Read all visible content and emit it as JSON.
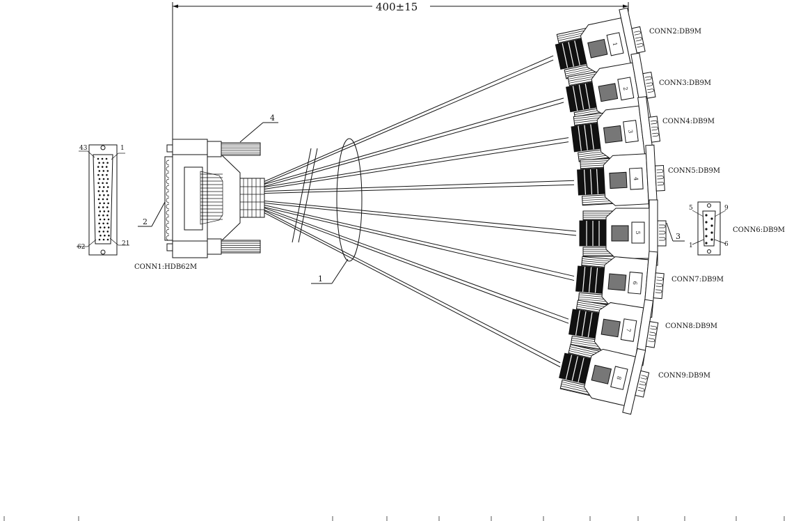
{
  "dimension": {
    "label": "400±15"
  },
  "part_callouts": [
    {
      "id": "p1",
      "text": "1"
    },
    {
      "id": "p2",
      "text": "2"
    },
    {
      "id": "p3",
      "text": "3"
    },
    {
      "id": "p4",
      "text": "4"
    }
  ],
  "main_connector": {
    "label": "CONN1:HDB62M",
    "pin_labels": {
      "top_left": "43",
      "top_right": "1",
      "bottom_left": "62",
      "bottom_right": "21"
    }
  },
  "db9_connectors": [
    {
      "number": "1",
      "label": "CONN2:DB9M"
    },
    {
      "number": "2",
      "label": "CONN3:DB9M"
    },
    {
      "number": "3",
      "label": "CONN4:DB9M"
    },
    {
      "number": "4",
      "label": "CONN5:DB9M"
    },
    {
      "number": "5",
      "label": "CONN6:DB9M"
    },
    {
      "number": "6",
      "label": "CONN7:DB9M"
    },
    {
      "number": "7",
      "label": "CONN8:DB9M"
    },
    {
      "number": "8",
      "label": "CONN9:DB9M"
    }
  ],
  "db9_face": {
    "label": "CONN6:DB9M",
    "pin_labels": {
      "top_left": "5",
      "top_right": "9",
      "bottom_left": "1",
      "bottom_right": "6"
    }
  }
}
